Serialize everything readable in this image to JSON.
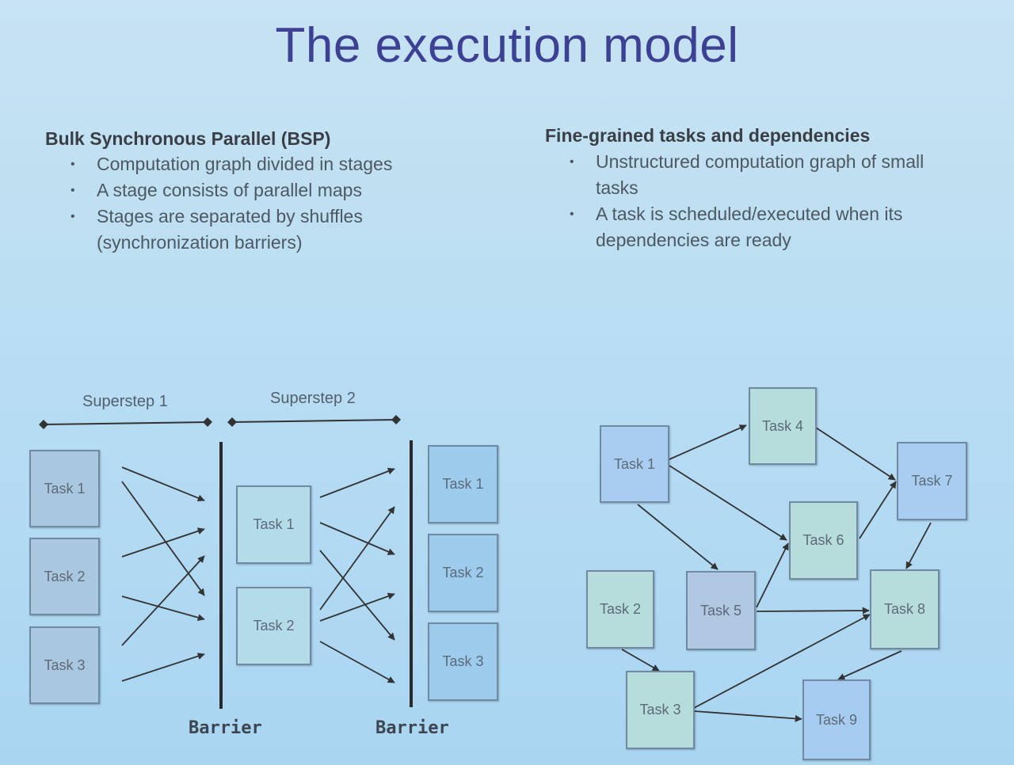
{
  "slide": {
    "title": "The execution model",
    "left": {
      "heading": "Bulk Synchronous Parallel (BSP)",
      "bullets": [
        "Computation graph divided in stages",
        "A stage consists of parallel maps",
        "Stages are separated by shuffles\n(synchronization barriers)"
      ]
    },
    "right": {
      "heading": "Fine-grained tasks and dependencies",
      "bullets": [
        "Unstructured computation graph of small\ntasks",
        "A task is scheduled/executed when its\ndependencies are ready"
      ]
    }
  },
  "bsp_diagram": {
    "superstep_labels": [
      "Superstep 1",
      "Superstep 2"
    ],
    "barrier_labels": [
      "Barrier",
      "Barrier"
    ],
    "stage1_tasks": [
      "Task 1",
      "Task 2",
      "Task 3"
    ],
    "stage2_tasks": [
      "Task 1",
      "Task 2"
    ],
    "stage3_tasks": [
      "Task 1",
      "Task 2",
      "Task 3"
    ]
  },
  "dag_diagram": {
    "tasks": [
      "Task 1",
      "Task 2",
      "Task 3",
      "Task 4",
      "Task 5",
      "Task 6",
      "Task 7",
      "Task 8",
      "Task 9"
    ]
  }
}
